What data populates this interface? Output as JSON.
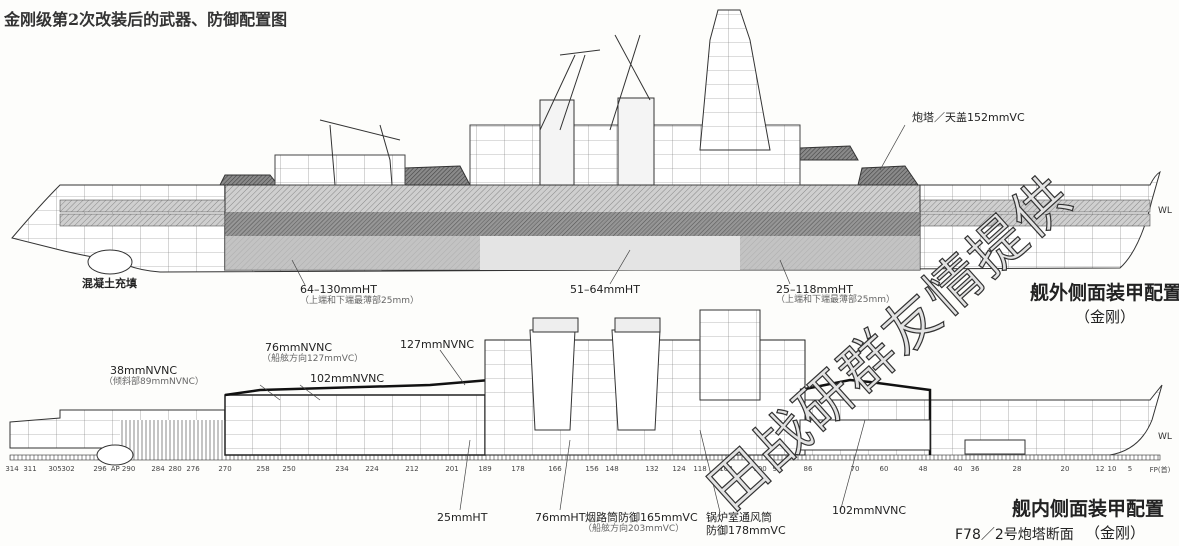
{
  "title": "金刚级第2次改装后的武器、防御配置图",
  "outboard": {
    "heading": "舰外侧面装甲配置",
    "ship": "（金刚）",
    "labels": {
      "concrete": "混凝土充填",
      "belt_aft": "64–130mmHT",
      "belt_aft_note": "（上端和下端最薄部25mm）",
      "belt_mid": "51–64mmHT",
      "belt_fwd": "25–118mmHT",
      "belt_fwd_note": "（上端和下端最薄部25mm）",
      "turret": "炮塔／天盖152mmVC",
      "wl": "WL"
    }
  },
  "inboard": {
    "heading": "舰内侧面装甲配置",
    "ship": "（金刚）",
    "section": "F78／2号炮塔断面",
    "labels": {
      "a38": "38mmNVNC",
      "a38_note": "（倾斜部89mmNVNC）",
      "a76": "76mmNVNC",
      "a76_note": "（船舷方向127mmVC）",
      "a102": "102mmNVNC",
      "a127": "127mmNVNC",
      "a25ht": "25mmHT",
      "a76ht": "76mmHT",
      "funnel": "烟路筒防御165mmVC",
      "funnel_note": "（船舷方向203mmVC）",
      "boiler1": "锅炉室通风筒",
      "boiler2": "防御178mmVC",
      "a102b": "102mmNVNC",
      "wl": "WL"
    },
    "frames": [
      "314",
      "311",
      "305",
      "302",
      "296",
      "AP 290",
      "284",
      "280",
      "276",
      "270",
      "258",
      "250",
      "234",
      "224",
      "212",
      "201",
      "189",
      "178",
      "166",
      "156",
      "148",
      "132",
      "124",
      "118",
      "108",
      "100",
      "94",
      "86",
      "70",
      "60",
      "48",
      "40",
      "36",
      "28",
      "20",
      "12",
      "10",
      "5",
      "FP(首)"
    ]
  },
  "watermark": "田战研群友情提供"
}
